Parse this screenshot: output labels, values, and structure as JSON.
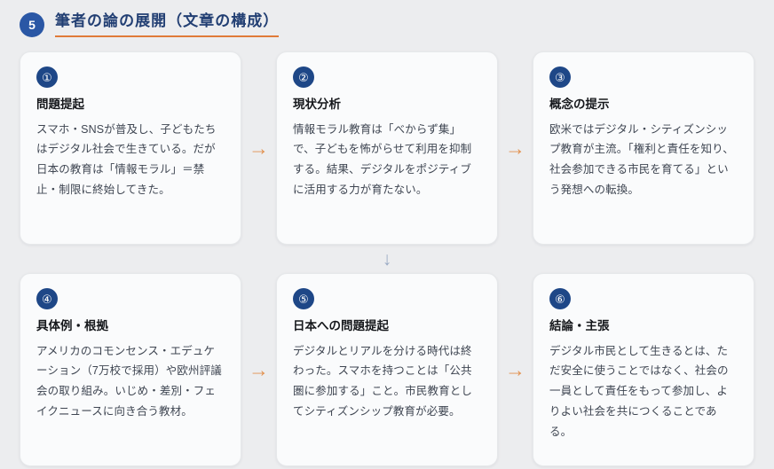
{
  "header": {
    "badge": "5",
    "title": "筆者の論の展開（文章の構成）",
    "underline_color": "#e07b39",
    "badge_color": "#2a57a5",
    "title_color": "#223f73"
  },
  "theme": {
    "page_background": "#ecedef",
    "card_background": "#fafbfc",
    "card_badge_color": "#1e4787",
    "arrow_horizontal_color": "#e2914f",
    "arrow_vertical_color": "#9aaac4",
    "card_title_color": "#16181c",
    "card_body_color": "#3f4652"
  },
  "arrows": {
    "horizontal_glyph": "→",
    "vertical_glyph": "↓"
  },
  "cards": [
    {
      "badge": "①",
      "title": "問題提起",
      "body": "スマホ・SNSが普及し、子どもたちはデジタル社会で生きている。だが日本の教育は「情報モラル」＝禁止・制限に終始してきた。"
    },
    {
      "badge": "②",
      "title": "現状分析",
      "body": "情報モラル教育は「べからず集」で、子どもを怖がらせて利用を抑制する。結果、デジタルをポジティブに活用する力が育たない。"
    },
    {
      "badge": "③",
      "title": "概念の提示",
      "body": "欧米ではデジタル・シティズンシップ教育が主流。「権利と責任を知り、社会参加できる市民を育てる」という発想への転換。"
    },
    {
      "badge": "④",
      "title": "具体例・根拠",
      "body": "アメリカのコモンセンス・エデュケーション（7万校で採用）や欧州評議会の取り組み。いじめ・差別・フェイクニュースに向き合う教材。"
    },
    {
      "badge": "⑤",
      "title": "日本への問題提起",
      "body": "デジタルとリアルを分ける時代は終わった。スマホを持つことは「公共圏に参加する」こと。市民教育としてシティズンシップ教育が必要。"
    },
    {
      "badge": "⑥",
      "title": "結論・主張",
      "body": "デジタル市民として生きるとは、ただ安全に使うことではなく、社会の一員として責任をもって参加し、よりよい社会を共につくることである。"
    }
  ]
}
